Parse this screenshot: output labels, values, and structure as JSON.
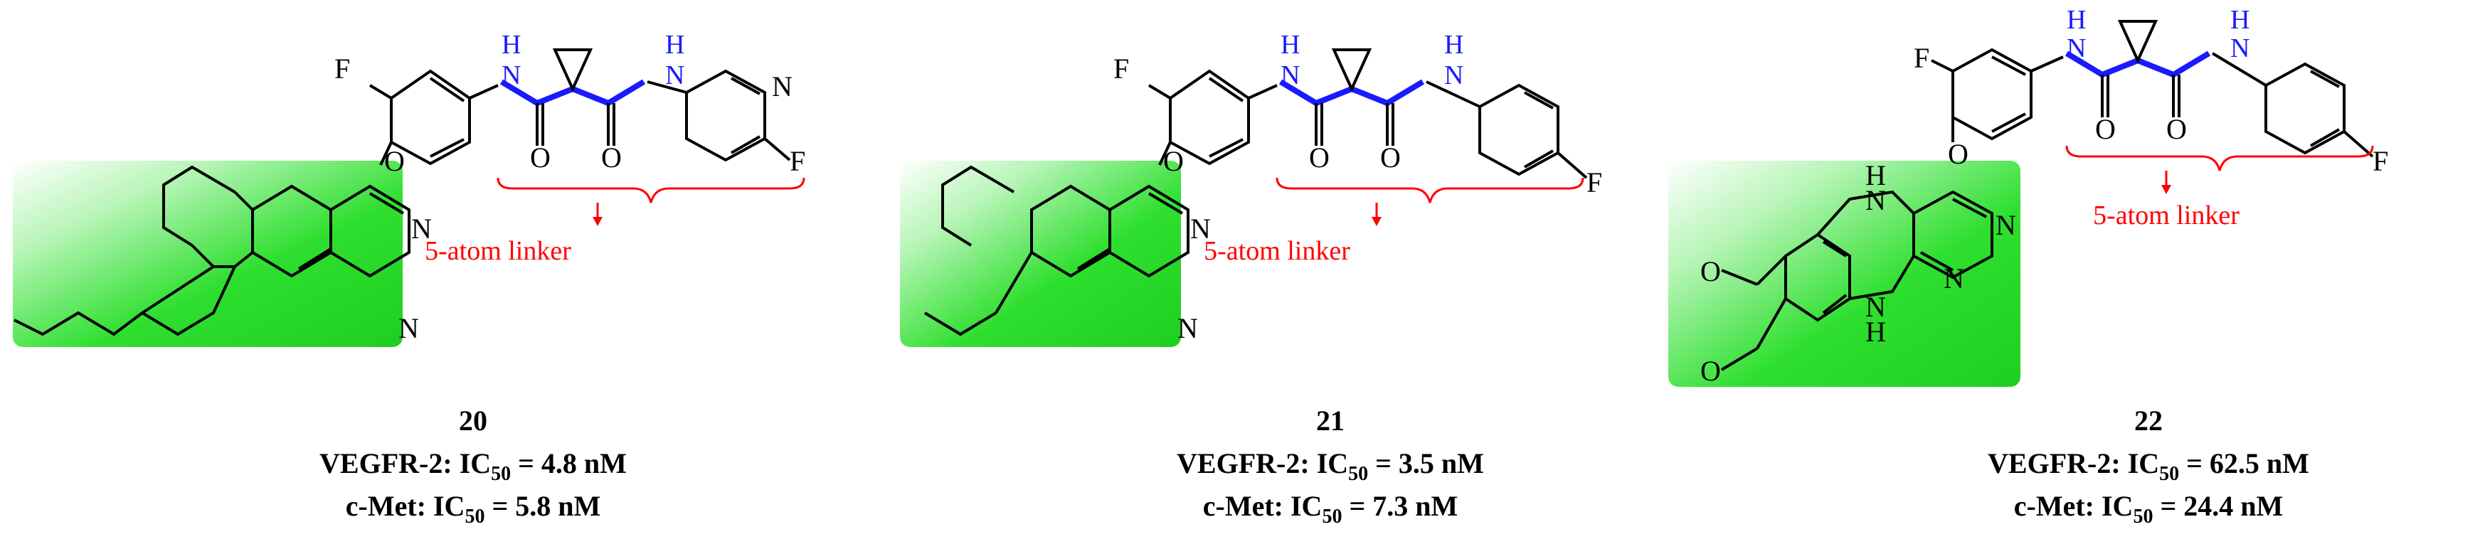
{
  "atom_labels": {
    "F": "F",
    "O": "O",
    "N": "N",
    "NH_H": "H",
    "NH_N": "N"
  },
  "linker_label": "5-atom linker",
  "compounds": [
    {
      "id": "20",
      "vegfr_prefix": "VEGFR-2: IC",
      "vegfr_sub": "50",
      "vegfr_value": " = 4.8 nM",
      "cmet_prefix": "c-Met: IC",
      "cmet_sub": "50",
      "cmet_value": " =  5.8 nM"
    },
    {
      "id": "21",
      "vegfr_prefix": "VEGFR-2: IC",
      "vegfr_sub": "50",
      "vegfr_value": " = 3.5 nM",
      "cmet_prefix": "c-Met: IC",
      "cmet_sub": "50",
      "cmet_value": " =  7.3 nM"
    },
    {
      "id": "22",
      "vegfr_prefix": "VEGFR-2: IC",
      "vegfr_sub": "50",
      "vegfr_value": " = 62.5 nM",
      "cmet_prefix": "c-Met: IC",
      "cmet_sub": "50",
      "cmet_value": " =  24.4 nM"
    }
  ],
  "colors": {
    "bond": "#000000",
    "linker_bond": "#1a1aff",
    "linker_label": "#ff0000",
    "highlight": "#22dd22",
    "text": "#000000"
  }
}
